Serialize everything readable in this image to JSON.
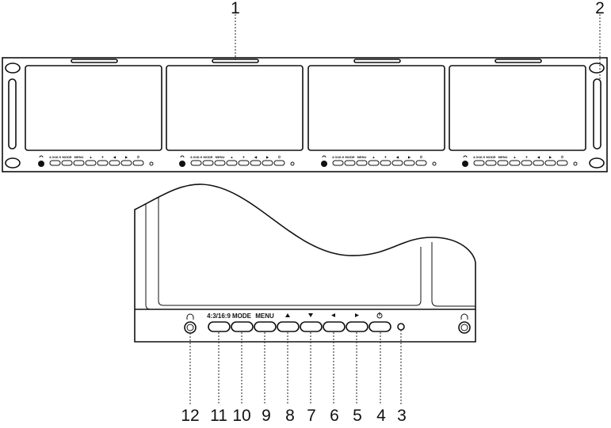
{
  "callouts": {
    "front_panel": "1",
    "rack_ear": "2",
    "led": "3",
    "power": "4",
    "right": "5",
    "left": "6",
    "down": "7",
    "up": "8",
    "menu": "9",
    "mode": "10",
    "aspect": "11",
    "headphone": "12"
  },
  "buttons": {
    "aspect_label": "4:3/16:9",
    "mode_label": "MODE",
    "menu_label": "MENU"
  },
  "icons": [
    "headphone-icon",
    "up-triangle-icon",
    "down-triangle-icon",
    "left-triangle-icon",
    "right-triangle-icon",
    "power-icon"
  ],
  "colors": {
    "line": "#111111",
    "background": "#ffffff"
  }
}
